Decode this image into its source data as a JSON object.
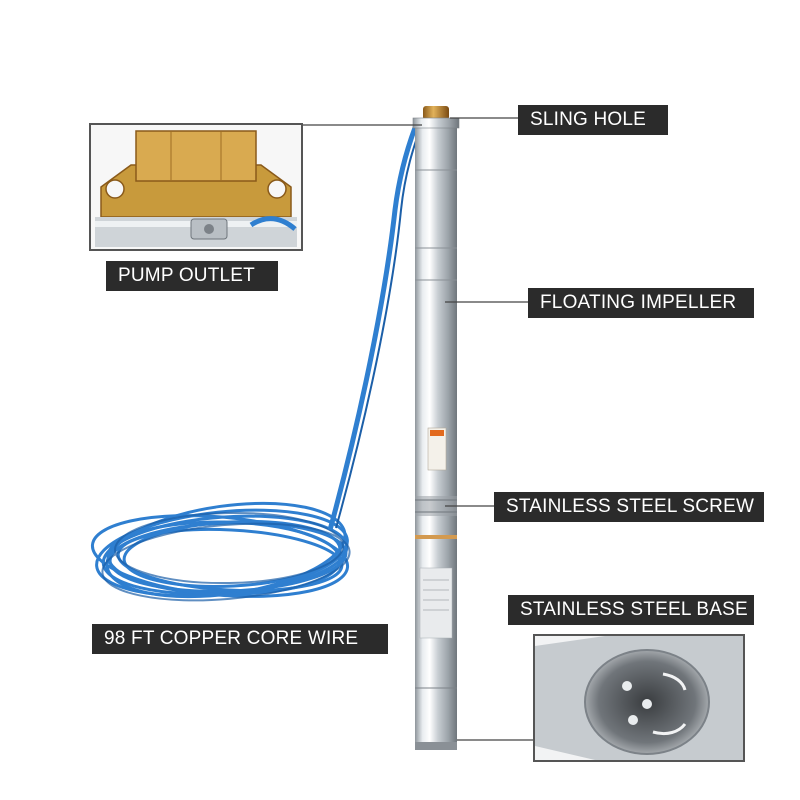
{
  "labels": {
    "sling_hole": "SLING HOLE",
    "pump_outlet": "PUMP OUTLET",
    "floating_impeller": "FLOATING IMPELLER",
    "stainless_steel_screw": "STAINLESS STEEL SCREW",
    "stainless_steel_base": "STAINLESS STEEL BASE",
    "copper_core_wire": "98 FT COPPER CORE WIRE"
  },
  "colors": {
    "label_bg": "#2b2b2b",
    "cable_blue": "#2f7fd0",
    "brass": "#c89a3c",
    "steel": "#c9ced2"
  }
}
